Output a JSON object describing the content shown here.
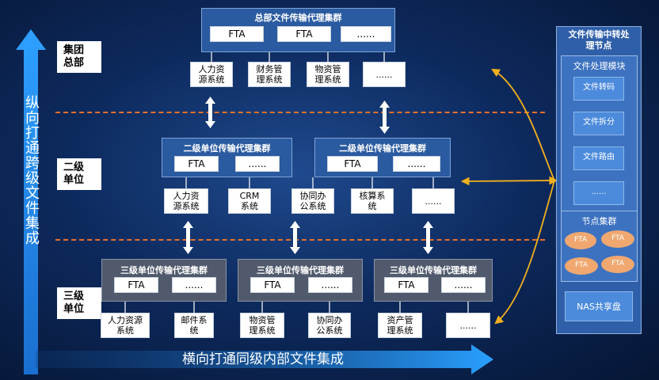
{
  "vertical_caption": "纵向打通跨级文件集成",
  "horizontal_caption": "横向打通同级内部文件集成",
  "levels": {
    "hq": "集团\n总部",
    "second": "二级\n单位",
    "third": "三级\n单位"
  },
  "hq_cluster": {
    "title": "总部文件传输代理集群",
    "fta": [
      "FTA",
      "FTA",
      "......"
    ],
    "systems": [
      "人力资\n源系统",
      "财务管\n理系统",
      "物资管\n理系统",
      "......"
    ]
  },
  "second_clusters": [
    {
      "title": "二级单位传输代理集群",
      "fta": [
        "FTA",
        "......"
      ],
      "systems": [
        "人力资\n源系统",
        "CRM\n系统"
      ]
    },
    {
      "title": "二级单位传输代理集群",
      "fta": [
        "FTA",
        "......"
      ],
      "systems": [
        "协同办\n公系统",
        "核算系\n统",
        "......"
      ]
    }
  ],
  "third_clusters": [
    {
      "title": "三级单位传输代理集群",
      "fta": [
        "FTA",
        "......"
      ],
      "systems": [
        "人力资源\n系统",
        "邮件系\n统"
      ]
    },
    {
      "title": "三级单位传输代理集群",
      "fta": [
        "FTA",
        "......"
      ],
      "systems": [
        "物资管\n理系统",
        "协同办\n公系统"
      ]
    },
    {
      "title": "三级单位传输代理集群",
      "fta": [
        "FTA",
        "......"
      ],
      "systems": [
        "资产管\n理系统",
        "......"
      ]
    }
  ],
  "relay": {
    "title": "文件传输中转处\n理节点",
    "module_title": "文件处理模块",
    "modules": [
      "文件转码",
      "文件拆分",
      "文件路由",
      "......"
    ],
    "node_title": "节点集群",
    "nodes": [
      "FTA",
      "FTA",
      "FTA",
      "FTA"
    ],
    "nas": "NAS共享盘"
  },
  "colors": {
    "arrow": "#1e90ff",
    "dashed_line": "#e8702a",
    "connector": "#f2b01e"
  }
}
